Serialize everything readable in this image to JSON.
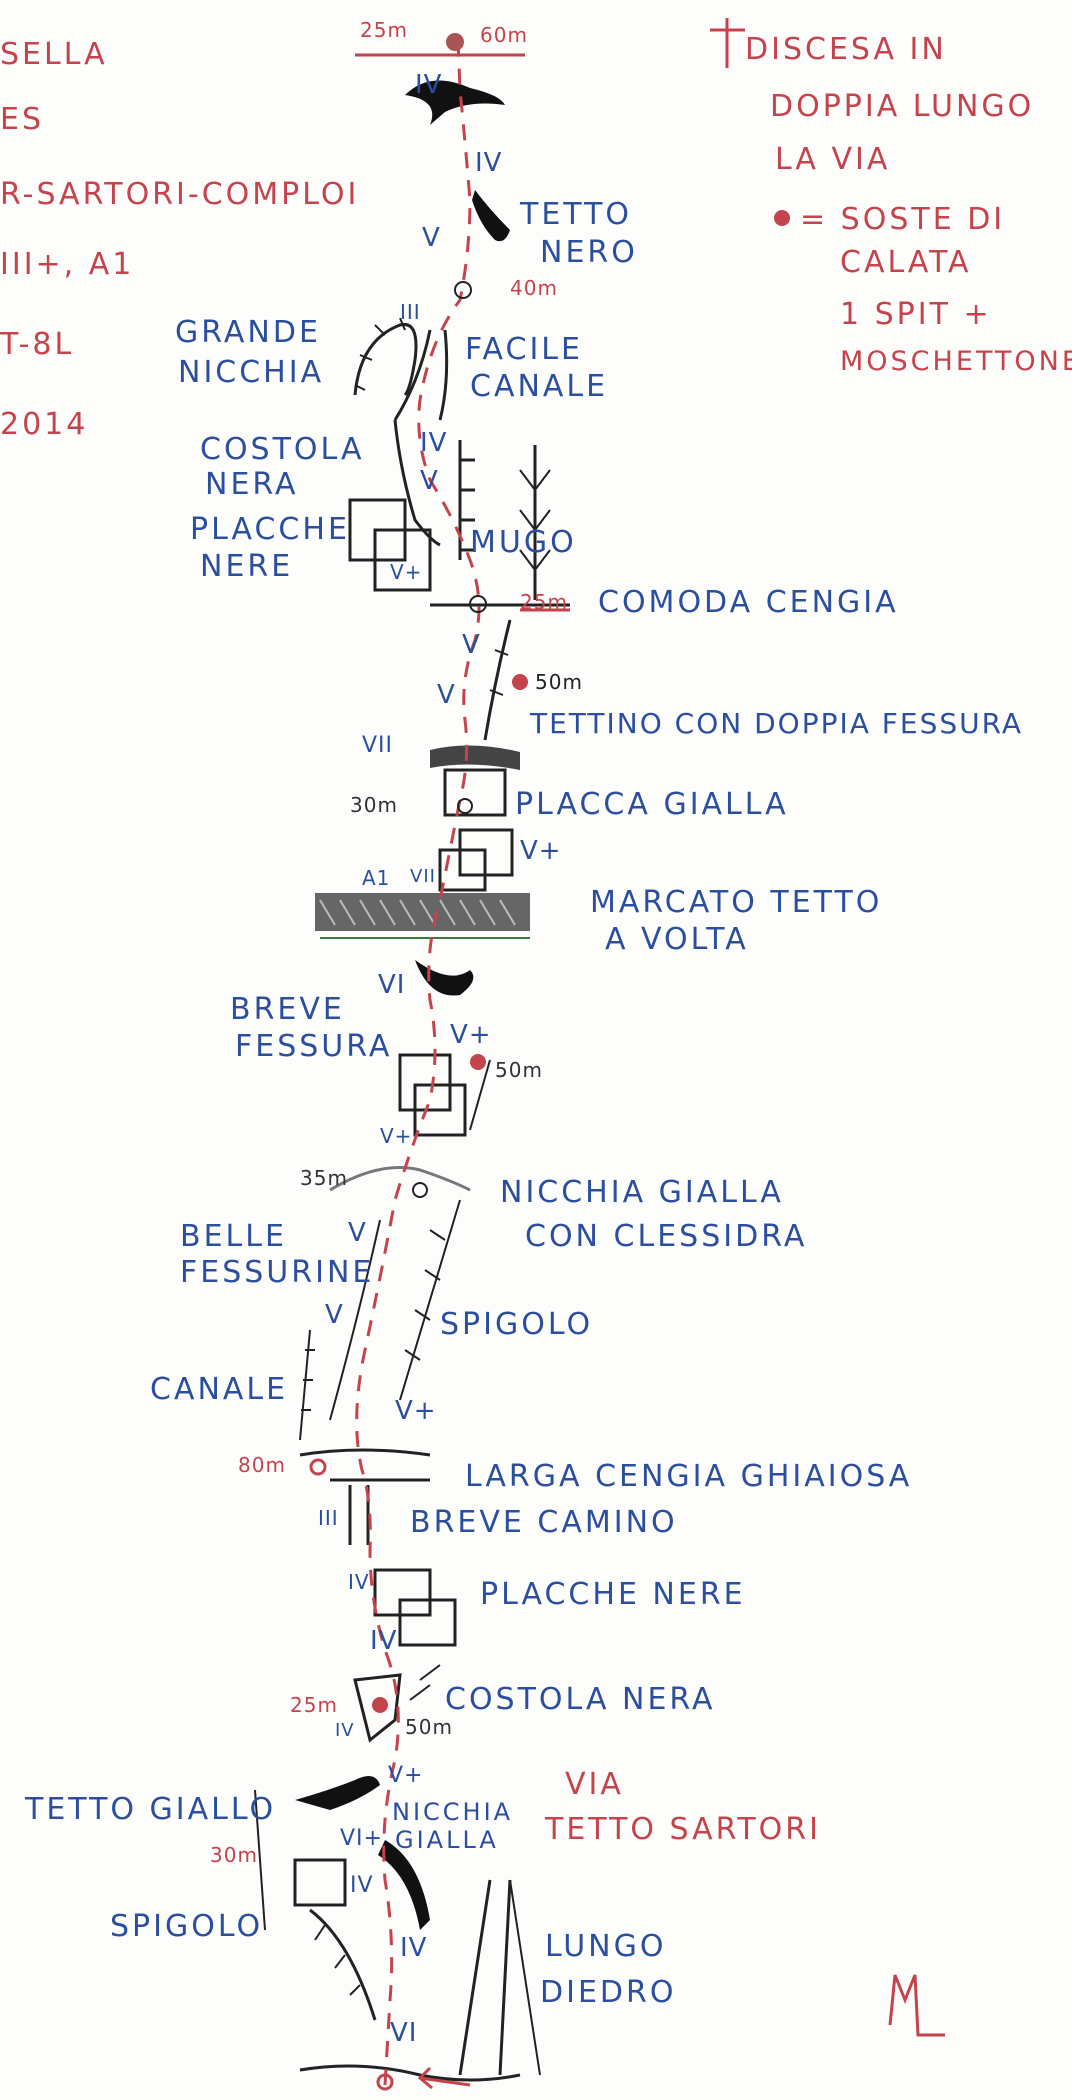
{
  "colors": {
    "blue": "#2b4f9e",
    "red": "#c4434c",
    "dark": "#222222"
  },
  "header_left": [
    "SELLA",
    "ES",
    "R-SARTORI-COMPLOI",
    "III+, A1",
    "T-8L",
    "2014"
  ],
  "legend": {
    "line1": "DISCESA IN",
    "line2": "DOPPIA LUNGO",
    "line3": "LA VIA",
    "dot_line1": "= SOSTE DI",
    "dot_line2": "CALATA",
    "dot_line3": "1 SPIT +",
    "dot_line4": "MOSCHETTONE"
  },
  "features": {
    "tetto_nero": [
      "TETTO",
      "NERO"
    ],
    "grande_nicchia": [
      "GRANDE",
      "NICCHIA"
    ],
    "facile_canale": [
      "FACILE",
      "CANALE"
    ],
    "costola_nera_top": [
      "COSTOLA",
      "NERA"
    ],
    "placche_nere_top": [
      "PLACCHE",
      "NERE"
    ],
    "mugo": "MUGO",
    "comoda_cengia": "COMODA CENGIA",
    "tettino": "TETTINO CON DOPPIA FESSURA",
    "placca_gialla": "PLACCA GIALLA",
    "marcato_tetto": [
      "MARCATO TETTO",
      "A VOLTA"
    ],
    "breve_fessura": [
      "BREVE",
      "FESSURA"
    ],
    "nicchia_gialla": [
      "NICCHIA GIALLA",
      "CON CLESSIDRA"
    ],
    "belle_fessurine": [
      "BELLE",
      "FESSURINE"
    ],
    "spigolo_mid": "SPIGOLO",
    "canale_mid": "CANALE",
    "larga_cengia": "LARGA CENGIA GHIAIOSA",
    "breve_camino": "BREVE CAMINO",
    "placche_nere_low": "PLACCHE NERE",
    "costola_nera_low": "COSTOLA NERA",
    "tetto_giallo": "TETTO GIALLO",
    "nicchia_gialla_low": [
      "NICCHIA",
      "GIALLA"
    ],
    "spigolo_low": "SPIGOLO",
    "lungo_diedro": [
      "LUNGO",
      "DIEDRO"
    ],
    "via_title": [
      "VIA",
      "TETTO SARTORI"
    ]
  },
  "lengths": {
    "top_left": "25m",
    "top_right": "60m",
    "p40": "40m",
    "p25": "25m",
    "p50a": "50m",
    "p30a": "30m",
    "p50b": "50m",
    "p35": "35m",
    "p80": "80m",
    "p25b": "25m",
    "p50c": "50m",
    "p30b": "30m"
  },
  "grades": {
    "g1": "IV",
    "g2": "IV",
    "g3": "V",
    "g4": "III",
    "g5": "IV",
    "g6": "V",
    "g7": "V+",
    "g8": "V",
    "g9": "V",
    "g10": "VII",
    "g11": "V+",
    "g12": "A1",
    "g13": "VII",
    "g14": "VI",
    "g15": "V+",
    "g16": "V+",
    "g17": "V",
    "g18": "V",
    "g19": "V+",
    "g20": "III",
    "g21": "IV",
    "g22": "IV",
    "g23": "IV",
    "g24": "V+",
    "g25": "VI+",
    "g26": "IV",
    "g27": "IV",
    "g28": "VI"
  },
  "signature": "ML"
}
